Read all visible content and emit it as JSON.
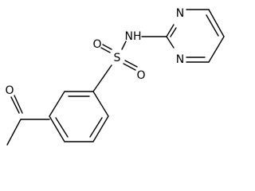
{
  "molecule": {
    "atoms": {
      "oxygen_carbonyl": "O",
      "sulfur": "S",
      "oxygen_sulfonyl_top": "O",
      "oxygen_sulfonyl_bottom": "O",
      "amide_nitrogen": "NH",
      "pyrimidine_n1": "N",
      "pyrimidine_n3": "N"
    }
  }
}
